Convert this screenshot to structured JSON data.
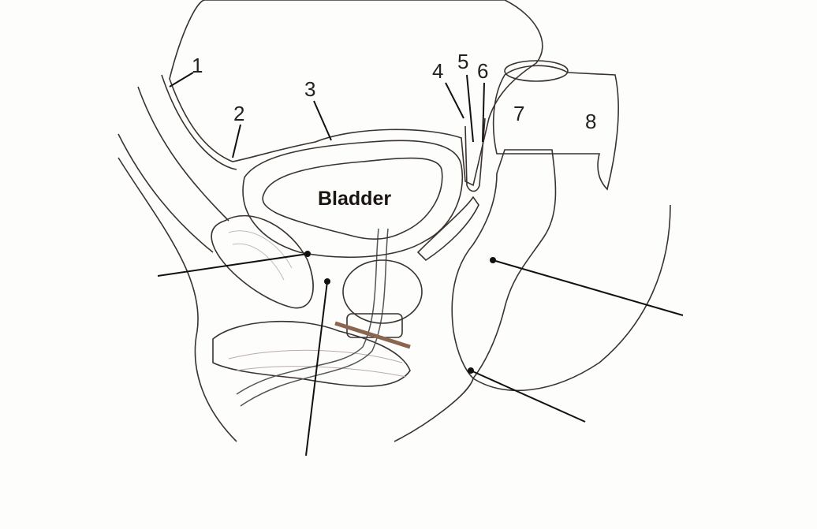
{
  "diagram": {
    "organ_label": "Bladder",
    "numbered_labels": [
      "1",
      "2",
      "3",
      "4",
      "5",
      "6",
      "7",
      "8"
    ],
    "colors": {
      "peritoneum": "#d8cdcd",
      "bladder_wall": "#e6b7a0",
      "bladder_lumen": "#6e5544",
      "rectum": "#cdbdbf",
      "prostate": "#a49888",
      "penis": "#e6d8df"
    }
  }
}
